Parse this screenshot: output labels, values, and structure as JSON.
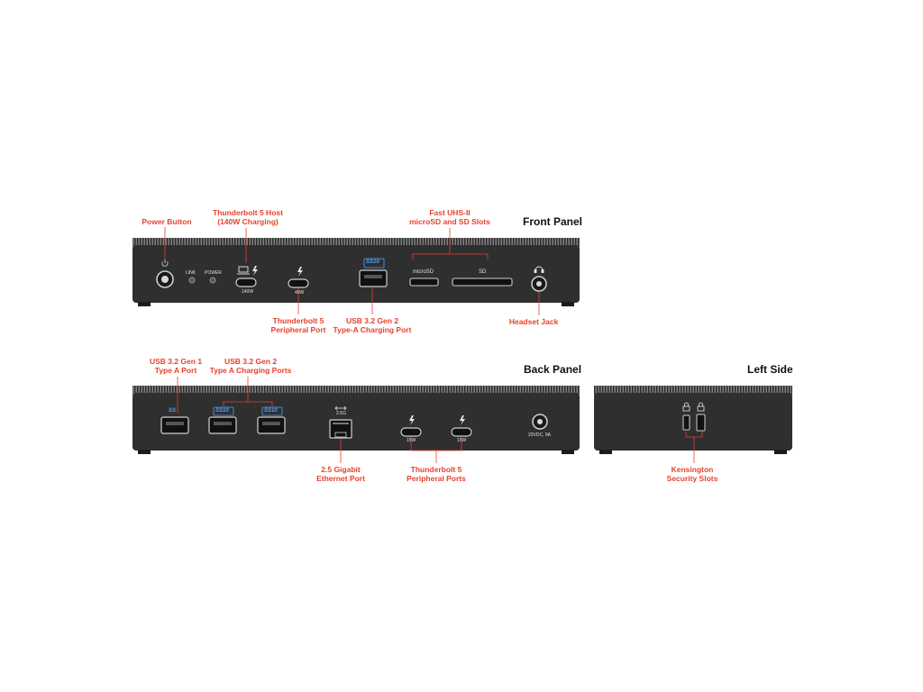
{
  "titles": {
    "front": "Front Panel",
    "back": "Back Panel",
    "left": "Left Side"
  },
  "front": {
    "callouts": {
      "power_button": "Power Button",
      "tb5_host": "Thunderbolt 5 Host\n(140W Charging)",
      "card_slots": "Fast UHS-II\nmicroSD and SD Slots",
      "tb5_peripheral": "Thunderbolt 5\nPeripheral Port",
      "usb_a_charging": "USB 3.2 Gen 2\nType-A Charging Port",
      "headset_jack": "Headset Jack"
    },
    "labels": {
      "link": "LINK",
      "power": "POWER",
      "host_watt": "140W",
      "periph_watt": "40W",
      "microsd": "microSD",
      "sd": "SD",
      "ss10": "SS10"
    }
  },
  "back": {
    "callouts": {
      "usb_a_gen1": "USB 3.2 Gen 1\nType A Port",
      "usb_a_gen2": "USB 3.2 Gen 2\nType A Charging Ports",
      "ethernet": "2.5 Gigabit\nEthernet Port",
      "tb5_ports": "Thunderbolt 5\nPeripheral Ports"
    },
    "labels": {
      "ss": "SS",
      "ss10": "SS10",
      "eth_speed": "2.5G",
      "tb_watt_1": "15W",
      "tb_watt_2": "15W",
      "dc_in": "20VDC, 9A"
    }
  },
  "left": {
    "callouts": {
      "kensington": "Kensington\nSecurity Slots"
    }
  }
}
